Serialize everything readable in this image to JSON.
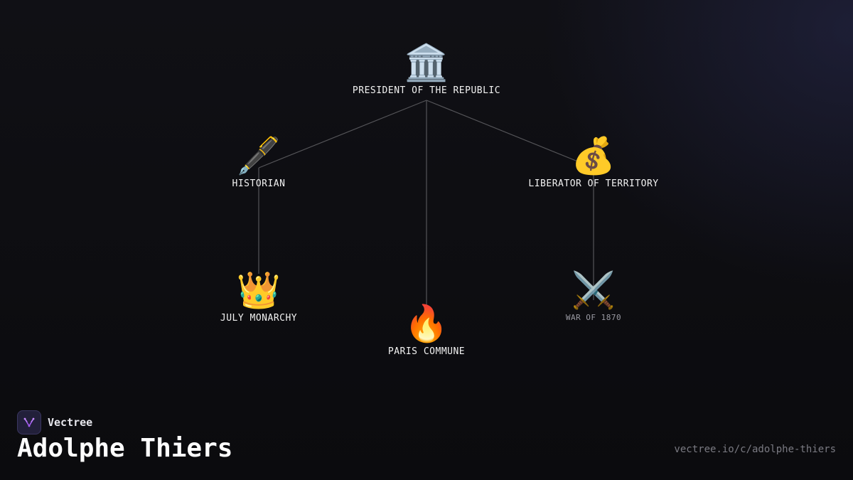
{
  "diagram": {
    "nodes": [
      {
        "id": "president",
        "icon": "🏛️",
        "icon_name": "classical-building-icon",
        "label": "PRESIDENT OF THE REPUBLIC"
      },
      {
        "id": "historian",
        "icon": "🖋️",
        "icon_name": "fountain-pen-icon",
        "label": "HISTORIAN"
      },
      {
        "id": "liberator",
        "icon": "💰",
        "icon_name": "money-bag-icon",
        "label": "LIBERATOR OF TERRITORY"
      },
      {
        "id": "july",
        "icon": "👑",
        "icon_name": "crown-icon",
        "label": "JULY MONARCHY"
      },
      {
        "id": "commune",
        "icon": "🔥",
        "icon_name": "fire-icon",
        "label": "PARIS COMMUNE"
      },
      {
        "id": "war",
        "icon": "⚔️",
        "icon_name": "crossed-swords-icon",
        "label": "WAR OF 1870"
      }
    ],
    "edges": [
      [
        "president",
        "historian"
      ],
      [
        "president",
        "commune"
      ],
      [
        "president",
        "liberator"
      ],
      [
        "historian",
        "july"
      ],
      [
        "liberator",
        "war"
      ]
    ]
  },
  "footer": {
    "brand_name": "Vectree",
    "title": "Adolphe Thiers",
    "url": "vectree.io/c/adolphe-thiers"
  },
  "colors": {
    "background": "#0d0d10",
    "edge": "#555559",
    "label": "#f2f2f2",
    "muted_label": "#9a9aa2",
    "logo_accent": "#a35cf0"
  }
}
